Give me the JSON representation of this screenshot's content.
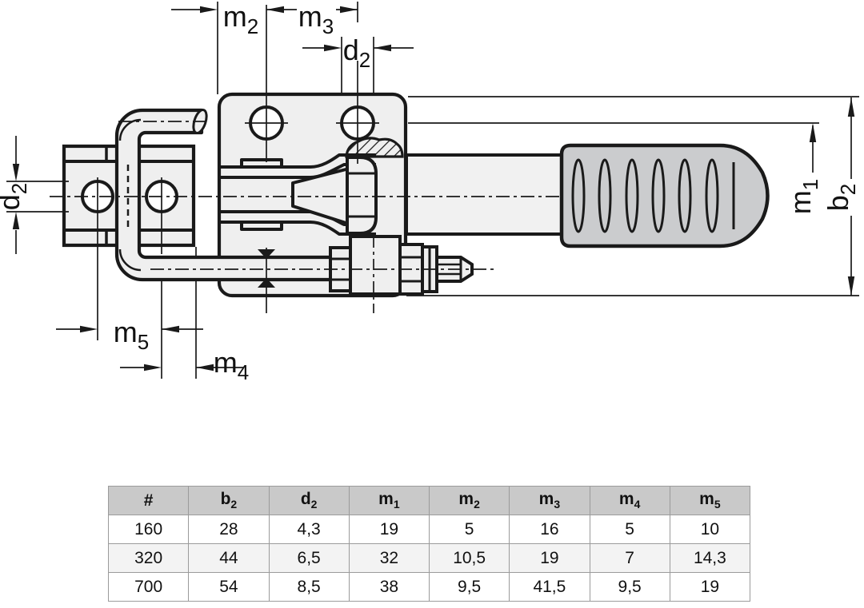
{
  "drawing": {
    "dimension_labels": {
      "m2": {
        "base": "m",
        "sub": "2"
      },
      "m3": {
        "base": "m",
        "sub": "3"
      },
      "d2_top": {
        "base": "d",
        "sub": "2"
      },
      "d2_side": {
        "base": "d",
        "sub": "2"
      },
      "m1": {
        "base": "m",
        "sub": "1"
      },
      "b2": {
        "base": "b",
        "sub": "2"
      },
      "m5": {
        "base": "m",
        "sub": "5"
      },
      "m4": {
        "base": "m",
        "sub": "4"
      }
    },
    "colors": {
      "part_fill": "#efefef",
      "bar_fill": "#f1f1f1",
      "handle_fill": "#cbccce",
      "line": "#1a1a1a",
      "background": "#ffffff"
    }
  },
  "table": {
    "headers": [
      {
        "base": "#",
        "sub": ""
      },
      {
        "base": "b",
        "sub": "2"
      },
      {
        "base": "d",
        "sub": "2"
      },
      {
        "base": "m",
        "sub": "1"
      },
      {
        "base": "m",
        "sub": "2"
      },
      {
        "base": "m",
        "sub": "3"
      },
      {
        "base": "m",
        "sub": "4"
      },
      {
        "base": "m",
        "sub": "5"
      }
    ],
    "rows": [
      [
        "160",
        "28",
        "4,3",
        "19",
        "5",
        "16",
        "5",
        "10"
      ],
      [
        "320",
        "44",
        "6,5",
        "32",
        "10,5",
        "19",
        "7",
        "14,3"
      ],
      [
        "700",
        "54",
        "8,5",
        "38",
        "9,5",
        "41,5",
        "9,5",
        "19"
      ]
    ],
    "styles": {
      "header_bg": "#c9c9c9",
      "row_alt_bg": "#f3f3f3",
      "border": "#9b9b9b"
    }
  }
}
